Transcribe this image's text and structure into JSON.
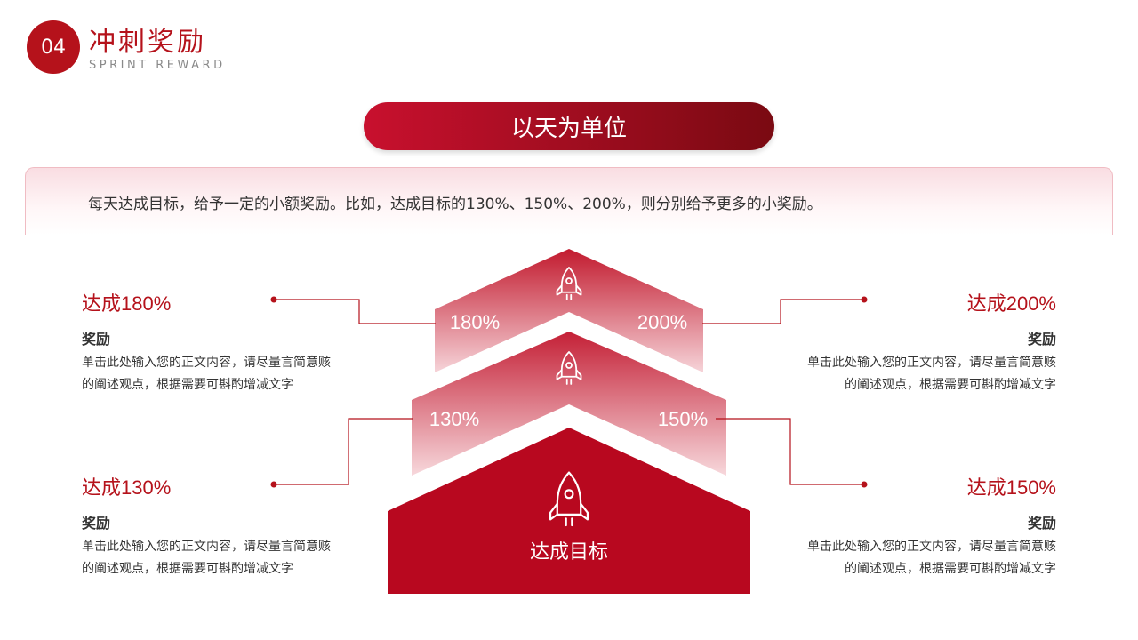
{
  "header": {
    "number": "04",
    "title": "冲刺奖励",
    "subtitle": "SPRINT REWARD"
  },
  "banner": {
    "label": "以天为单位"
  },
  "intro": {
    "text": "每天达成目标，给予一定的小额奖励。比如，达成目标的130%、150%、200%，则分别给予更多的小奖励。"
  },
  "pyramid": {
    "base_label": "达成目标",
    "top_left_pct": "180%",
    "top_right_pct": "200%",
    "mid_left_pct": "130%",
    "mid_right_pct": "150%",
    "icons": [
      "rocket-icon",
      "rocket-icon",
      "rocket-icon"
    ]
  },
  "blocks": {
    "left_top": {
      "head": "达成180%",
      "sub": "奖励",
      "body": "单击此处输入您的正文内容，请尽量言简意赅的阐述观点，根据需要可斟酌增减文字"
    },
    "right_top": {
      "head": "达成200%",
      "sub": "奖励",
      "body": "单击此处输入您的正文内容，请尽量言简意赅的阐述观点，根据需要可斟酌增减文字"
    },
    "left_bottom": {
      "head": "达成130%",
      "sub": "奖励",
      "body": "单击此处输入您的正文内容，请尽量言简意赅的阐述观点，根据需要可斟酌增减文字"
    },
    "right_bottom": {
      "head": "达成150%",
      "sub": "奖励",
      "body": "单击此处输入您的正文内容，请尽量言简意赅的阐述观点，根据需要可斟酌增减文字"
    }
  },
  "colors": {
    "accent": "#b5121b",
    "dark": "#7a0a12",
    "light": "#f3c7cd"
  }
}
